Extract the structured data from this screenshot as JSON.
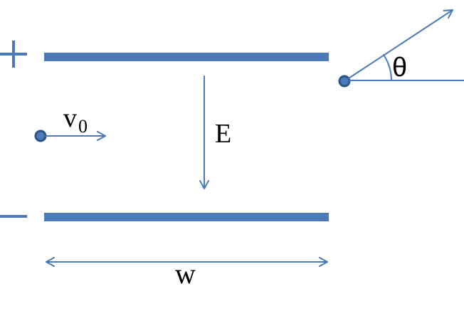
{
  "diagram": {
    "field_label": "E",
    "velocity_label": "v",
    "velocity_subscript": "0",
    "width_label": "w",
    "angle_label": "θ",
    "positive_plate_sign": "+",
    "negative_plate_sign": "−"
  },
  "colors": {
    "primary": "#4a7ab8",
    "dot_outline": "#2c5386",
    "text": "#000000"
  }
}
